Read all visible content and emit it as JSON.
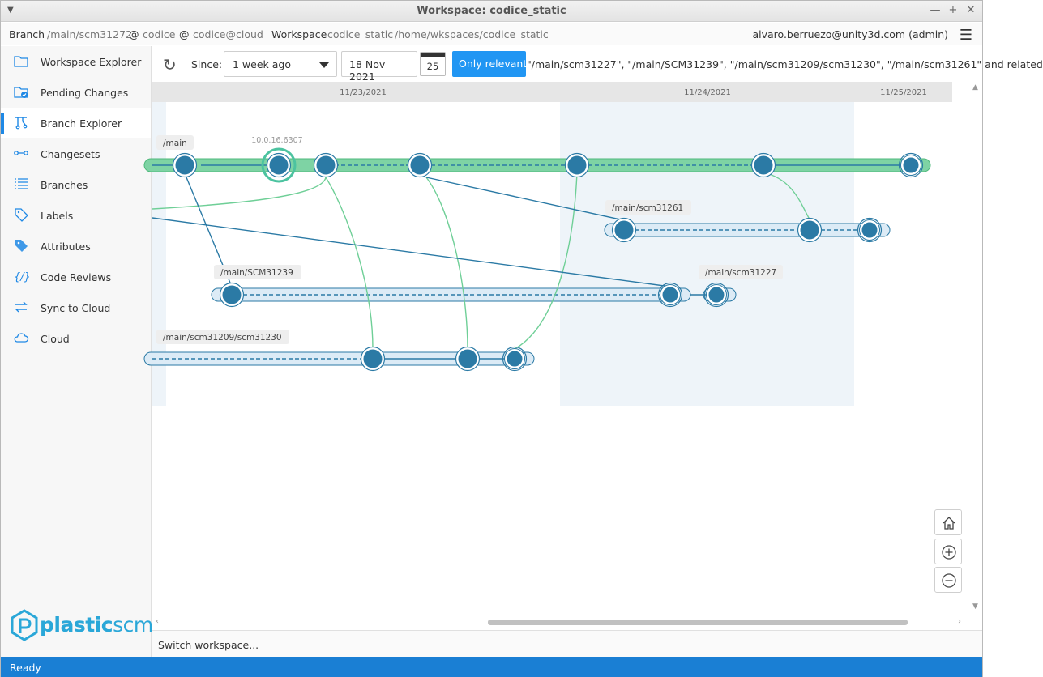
{
  "window": {
    "title": "Workspace: codice_static"
  },
  "infobar": {
    "branch_label": "Branch",
    "branch_value": "/main/scm31272",
    "at1": "@",
    "repo": "codice",
    "at2": "@",
    "server": "codice@cloud",
    "workspace_label": "Workspace",
    "workspace_name": "codice_static",
    "workspace_path": "/home/wkspaces/codice_static",
    "user": "alvaro.berruezo@unity3d.com (admin)"
  },
  "sidebar": {
    "items": [
      {
        "label": "Workspace Explorer",
        "icon": "folder-icon"
      },
      {
        "label": "Pending Changes",
        "icon": "pending-changes-icon"
      },
      {
        "label": "Branch Explorer",
        "icon": "branch-explorer-icon"
      },
      {
        "label": "Changesets",
        "icon": "changesets-icon"
      },
      {
        "label": "Branches",
        "icon": "branches-list-icon"
      },
      {
        "label": "Labels",
        "icon": "label-icon"
      },
      {
        "label": "Attributes",
        "icon": "attributes-icon"
      },
      {
        "label": "Code Reviews",
        "icon": "code-review-icon"
      },
      {
        "label": "Sync to Cloud",
        "icon": "sync-icon"
      },
      {
        "label": "Cloud",
        "icon": "cloud-icon"
      }
    ],
    "active_index": 2,
    "logo_main": "plastic",
    "logo_suffix": "scm"
  },
  "toolbar": {
    "since_label": "Since:",
    "since_value": "1 week ago",
    "date_value": "18 Nov 2021",
    "calendar_day": "25",
    "relevant_label": "Only relevant",
    "filter_text": "\"/main/scm31227\", \"/main/SCM31239\", \"/main/scm31209/scm31230\", \"/main/scm31261\" and related"
  },
  "graph": {
    "dates": [
      "11/23/2021",
      "11/24/2021",
      "11/25/2021"
    ],
    "label_tag": "10.0.16.6307",
    "branches": [
      "/main",
      "/main/scm31261",
      "/main/SCM31239",
      "/main/scm31227",
      "/main/scm31209/scm31230"
    ],
    "colors": {
      "main_branch": "#7ed3a4",
      "child_branch": "#dcebf6",
      "changeset": "#2b7aa5",
      "merge_link": "#6fcf97",
      "parent_link": "#2b7aa5"
    }
  },
  "switchbar": {
    "text": "Switch workspace..."
  },
  "status": {
    "text": "Ready"
  }
}
